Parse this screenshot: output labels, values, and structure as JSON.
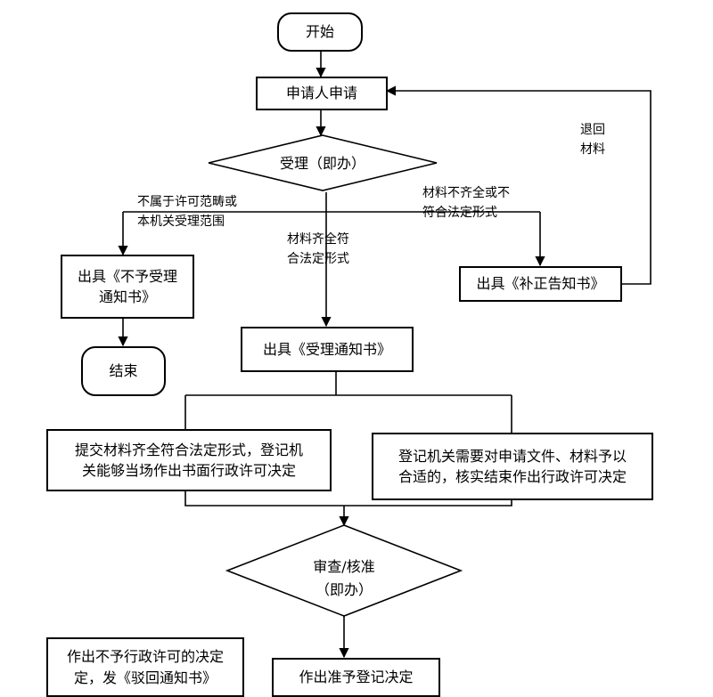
{
  "nodes": {
    "start": "开始",
    "apply": "申请人申请",
    "accept": "受理（即办）",
    "reject_notice": "出具《不予受理\n通知书》",
    "end": "结束",
    "correction_notice": "出具《补正告知书》",
    "accept_notice": "出具《受理通知书》",
    "immediate_decision": "提交材料齐全符合法定形式，登记机\n关能够当场作出书面行政许可决定",
    "verify_decision": "登记机关需要对申请文件、材料予以\n合适的，核实结束作出行政许可决定",
    "review": "审查/核准\n（即办）",
    "deny_decision": "作出不予行政许可的决定\n定，发《驳回通知书》",
    "grant_decision": "作出准予登记决定"
  },
  "labels": {
    "out_of_scope": "不属于许可范畴或\n本机关受理范围",
    "incomplete": "材料不齐全或不\n符合法定形式",
    "complete": "材料齐全符\n合法定形式",
    "return_materials": "退回\n材料"
  }
}
